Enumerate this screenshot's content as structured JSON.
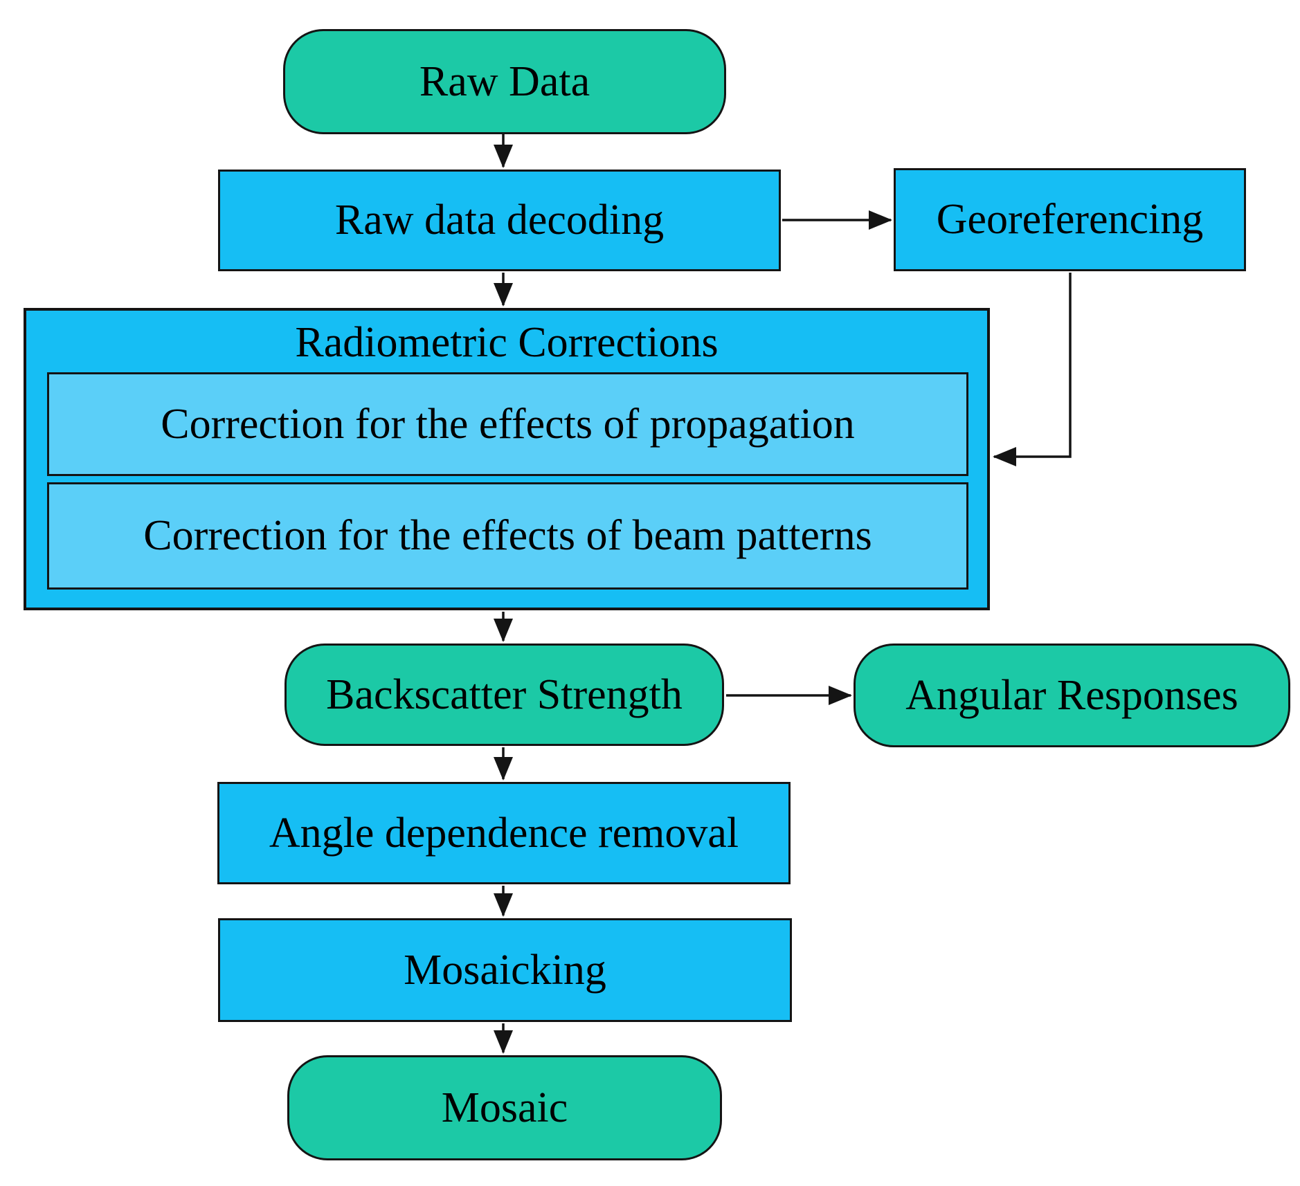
{
  "diagram": {
    "nodes": {
      "raw_data": "Raw Data",
      "raw_data_decoding": "Raw data decoding",
      "georeferencing": "Georeferencing",
      "radiometric_corrections": "Radiometric Corrections",
      "correction_propagation": "Correction for the effects of propagation",
      "correction_beam_patterns": "Correction for the effects of beam patterns",
      "backscatter_strength": "Backscatter Strength",
      "angular_responses": "Angular Responses",
      "angle_dependence_removal": "Angle dependence removal",
      "mosaicking": "Mosaicking",
      "mosaic": "Mosaic"
    },
    "colors": {
      "terminal_fill": "#1cc9a6",
      "process_fill": "#16bef4",
      "subprocess_fill": "#5bcff8",
      "border": "#141414",
      "arrow": "#141414",
      "background": "#ffffff"
    }
  }
}
